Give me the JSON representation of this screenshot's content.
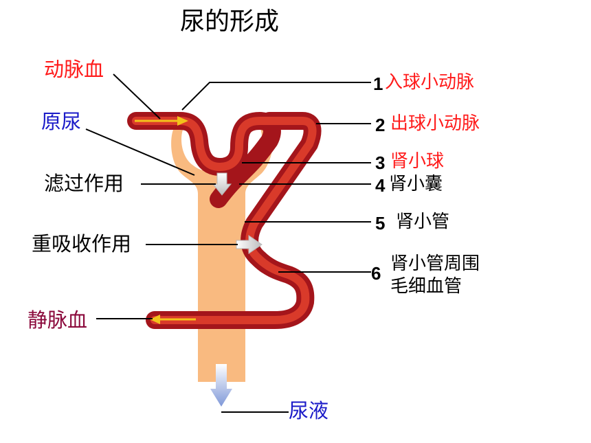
{
  "title": "尿的形成",
  "left_labels": {
    "artery_blood": "动脉血",
    "primary_urine": "原尿",
    "filtration": "滤过作用",
    "reabsorption": "重吸收作用",
    "venous_blood": "静脉血"
  },
  "parts": [
    {
      "num": "1",
      "name": "入球小动脉",
      "color": "#ff1a1a"
    },
    {
      "num": "2",
      "name": "出球小动脉",
      "color": "#ff1a1a"
    },
    {
      "num": "3",
      "name": "肾小球",
      "color": "#ff1a1a"
    },
    {
      "num": "4",
      "name": "肾小囊",
      "color": "#000000"
    },
    {
      "num": "5",
      "name": "肾小管",
      "color": "#000000"
    },
    {
      "num": "6",
      "name_line1": "肾小管周围",
      "name_line2": "毛细血管",
      "color": "#000000"
    }
  ],
  "bottom_label": "尿液",
  "colors": {
    "tubule": "#f9ba80",
    "vessel_outer": "#a4151b",
    "vessel_inner": "#d93a2a",
    "arrow_in": "#f2c21b",
    "arrow_flow": "#c9c9c9",
    "urine_arrow": "#8fa8e0"
  }
}
